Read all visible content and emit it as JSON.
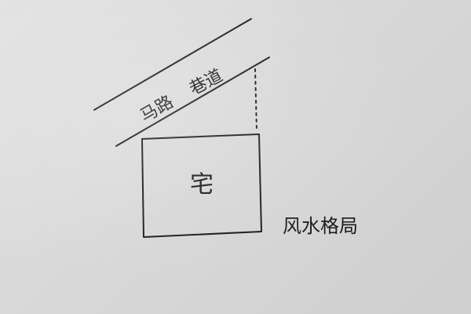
{
  "labels": {
    "road": "马路",
    "alley": "巷道",
    "house": "宅",
    "caption": "风水格局"
  },
  "colors": {
    "paper": "#dcdcdc",
    "ink": "#1a1a1a"
  }
}
